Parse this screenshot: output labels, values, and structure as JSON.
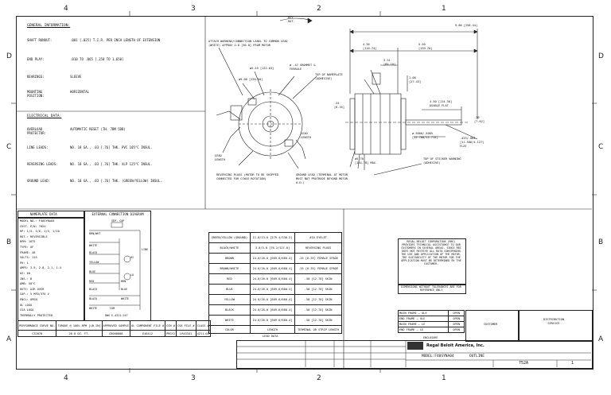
{
  "zones_top": [
    "4",
    "3",
    "2",
    "1"
  ],
  "zones_side": [
    "D",
    "C",
    "B",
    "A"
  ],
  "general": {
    "heading": "GENERAL INFORMATION:",
    "rows": [
      {
        "label": "SHAFT RUNOUT:",
        "value": ".001 [.025] T.I.R. PER INCH LENGTH OF EXTENSION"
      },
      {
        "label": "END PLAY:",
        "value": ".010 TO .065 [.250 TO 1.650]"
      },
      {
        "label": "BEARINGS:",
        "value": "SLEEVE"
      },
      {
        "label": "MOUNTING POSITION:",
        "value": "HORIZONTAL"
      }
    ]
  },
  "electrical": {
    "heading": "ELECTRICAL DATA:",
    "rows": [
      {
        "label": "OVERLOAD PROTECTOR:",
        "value": "AUTOMATIC RESET (TH. 7BM 5DB)"
      },
      {
        "label": "LINE LEADS:",
        "value": "NO. 18 GA., .03 [.76] THK. PVC 105°C INSUL."
      },
      {
        "label": "REVERSING LEADS:",
        "value": "NO. 18 GA., .03 [.76] THK. XLP 125°C INSUL."
      },
      {
        "label": "GROUND LEAD:",
        "value": "NO. 18 GA., .03 [.76] THK. (GREEN/YELLOW) INSUL."
      }
    ]
  },
  "nameplate": {
    "title": "NAMEPLATE DATA",
    "lines": [
      "MODEL NO.: F48SYNA04",
      "CUST. P/N: 7024",
      "HP: 1/4, 1/6, 1/5, 1/10",
      "ROT.: REVERSIBLE",
      "RPM: 1075",
      "TYPE: UF",
      "FRAME: 48",
      "VOLTS: 115",
      "PH: 1",
      "AMPS: 3.9, 2.8, 2.1, 1.4",
      "HZ: 60",
      "INS.: B",
      "AMB: 50°C",
      "DUTY: AIR OVER",
      "CAP.: 5 MFD/370 V",
      "ENCL: OPEN",
      "UL LOGO",
      "CSA LOGO",
      "THERMALLY PROTECTED"
    ]
  },
  "connection": {
    "title": "EXTERNAL CONNECTION DIAGRAM",
    "labels": [
      "SEP. CAP",
      "BRN/WHT",
      "WHITE",
      "BLACK",
      "YELLOW",
      "BLUE",
      "RED",
      "BLACK",
      "BLUE",
      "BLACK",
      "WHITE",
      "WHITE",
      "COM",
      "LINE",
      "HI",
      "LO",
      "BRN"
    ],
    "note": "DWG E-4311-247"
  },
  "bottom_strip": {
    "headers": [
      "PERFORMANCE CURVE NO.",
      "TORQUE @ 100% RPM [LB-IN]",
      "APPROVED SAMPLE",
      "UL COMPONENT FILE #",
      "CCN #",
      "CSA FILE #",
      "CLASS #"
    ],
    "values": [
      "C32878",
      "28.8 OZ. FT.",
      "C8000808",
      "E46412",
      "PRGY2",
      "LR43341",
      "4211-01"
    ]
  },
  "lead_table": {
    "title": "LEAD DATA",
    "rows": [
      {
        "color": "GREEN/YELLOW (GROUND)",
        "length": "11.0/13.0 [279.4/330.2]",
        "term": "#10 EYELET"
      },
      {
        "color": "BLACK/WHITE",
        "length": "3.0/5.0 [76.2/127.0]",
        "term": "REVERSING PLUGS"
      },
      {
        "color": "BROWN",
        "length": "24.0/26.0 [609.6/660.4]",
        "term": ".25 [6.35] FEMALE SPADE"
      },
      {
        "color": "BROWN/WHITE",
        "length": "24.0/26.0 [609.6/660.4]",
        "term": ".25 [6.35] FEMALE SPADE"
      },
      {
        "color": "RED",
        "length": "24.0/26.0 [609.6/660.4]",
        "term": ".50 [12.70] SKIN"
      },
      {
        "color": "BLUE",
        "length": "24.0/26.0 [609.6/660.4]",
        "term": ".50 [12.70] SKIN"
      },
      {
        "color": "YELLOW",
        "length": "24.0/26.0 [609.6/660.4]",
        "term": ".50 [12.70] SKIN"
      },
      {
        "color": "BLACK",
        "length": "24.0/26.0 [609.6/660.4]",
        "term": ".50 [12.70] SKIN"
      },
      {
        "color": "WHITE",
        "length": "24.0/26.0 [609.6/660.4]",
        "term": ".50 [12.70] SKIN"
      }
    ],
    "footer": [
      "COLOR",
      "LENGTH",
      "TERMINAL OR STRIP LENGTH"
    ]
  },
  "notes": {
    "disclaimer": "REGAL-BELOIT CORPORATION (RBC) PROVIDES TECHNICAL ASSISTANCE TO OUR CUSTOMERS IN SEVERAL AREAS. SINCE RBC DOES NOT RECEIVE ALL DATA CONCERNING THE USE AND APPLICATION OF THE MOTOR, THE SUITABILITY OF THE MOTOR FOR THE APPLICATION MUST BE DETERMINED BY THE CUSTOMER.",
    "dims": "DIMENSIONS WITHOUT TOLERANCES ARE FOR REFERENCE ONLY",
    "enclosure_rows": [
      {
        "label": "MAIN FRAME — OLE",
        "value": "OPEN"
      },
      {
        "label": "END FRAME — OLE",
        "value": "OPEN"
      },
      {
        "label": "MAIN FRAME — LE",
        "value": "OPEN"
      },
      {
        "label": "END FRAME — LE",
        "value": "OPEN"
      }
    ],
    "enclosure": "ENCLOSURE"
  },
  "callouts": {
    "attach": "ATTACH WARNING/CONNECTION LABEL TO COMMON LEAD (WHITE) APPROX 2.0 [50.8] FROM MOTOR",
    "d1": "ø5.19 [132.03]",
    "d2": "ø9.00 [228.60]",
    "grommet": "ø .47 GROMMET & FERRULE",
    "nameplate_top": "TOP OF NAMEPLATE (ADHESIVE)",
    "lead_len": "LEAD LENGTH",
    "lead_len2": "LEAD LENGTH",
    "rev": "REV. ROT.",
    "reversing": "REVERSING PLUGS (MOTOR TO BE SHIPPED CONNECTED FOR CCWLE ROTATION)",
    "ground": "GROUND LEAD (TERMINAL AT MOTOR MUST NOT PROTRUDE BEYOND MOTOR O.D.)",
    "max": "ø5.70 [144.78] MAX.",
    "sticker": "TOP OF STICKER WARNING (ADHESIVE)",
    "dim_overall": "9.86 [250.44]",
    "dim_a": "4.36 [110.74]",
    "dim_b": "5.50 [139.70]",
    "dim_c": "3.31 [84.10]",
    "dim_d": "1.08 [27.43]",
    "dim_e": "4.50 [114.30] USABLE FLAT",
    "dim_f": ".30 [7.62]",
    "shaft": "ø.5000/.5005 [12.700/12.713]",
    "flat": ".453/.003 [11.506/4.127] FLAT",
    "dim_g": ".25 [6.35]"
  },
  "title_block": {
    "company": "Regal Beloit America, Inc.",
    "customer": "CUSTOMER",
    "distribution": "DISTRIBUTION SERVICE",
    "model": "MODEL:F48SYNA04",
    "outline": "OUTLINE",
    "drawing_no": "752A",
    "scale": "1"
  }
}
